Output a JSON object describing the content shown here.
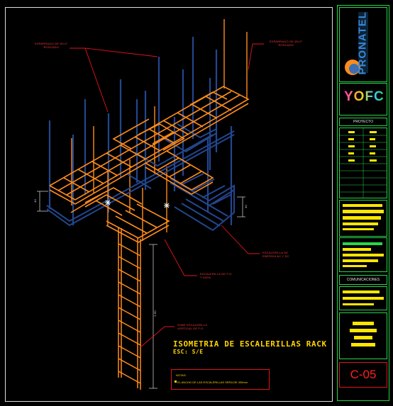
{
  "colors": {
    "orange": "#ff8c1a",
    "blue": "#1f3f86",
    "yellow": "#ffd400",
    "red": "#e2141b",
    "green": "#2ad44a",
    "white": "#ffffff"
  },
  "labels": {
    "rod_left": "ESPARRAGO DE Ø1/2\"\nROSCADO",
    "rod_right": "ESPARRAGO DE Ø1/2\"\nROSCADO",
    "tray_energy": "ESCALERILLA DE\nENERGIA AC Y DC",
    "tray_data": "ESCALERILLA DE F.O.\nY DATA",
    "riser": "SUBE ESCALERILLA\nVERTICAL DE F.O.",
    "dim_left": "40",
    "dim_right": "40",
    "dim_vertical": "2.60"
  },
  "drawing": {
    "title": "ISOMETRIA DE ESCALERILLAS RACK",
    "scale": "ESC: S/E"
  },
  "note": {
    "title": "NOTAS:",
    "body": "EL ANCHO DE LAS ESCALERILLAS SERA DE 400mm"
  },
  "title_block": {
    "company": "PRONATEL",
    "client_logo": "YOFC",
    "project_header": "PROYECTO",
    "specialty_header": "COMUNICACIONES",
    "sheet_code": "C-05"
  }
}
